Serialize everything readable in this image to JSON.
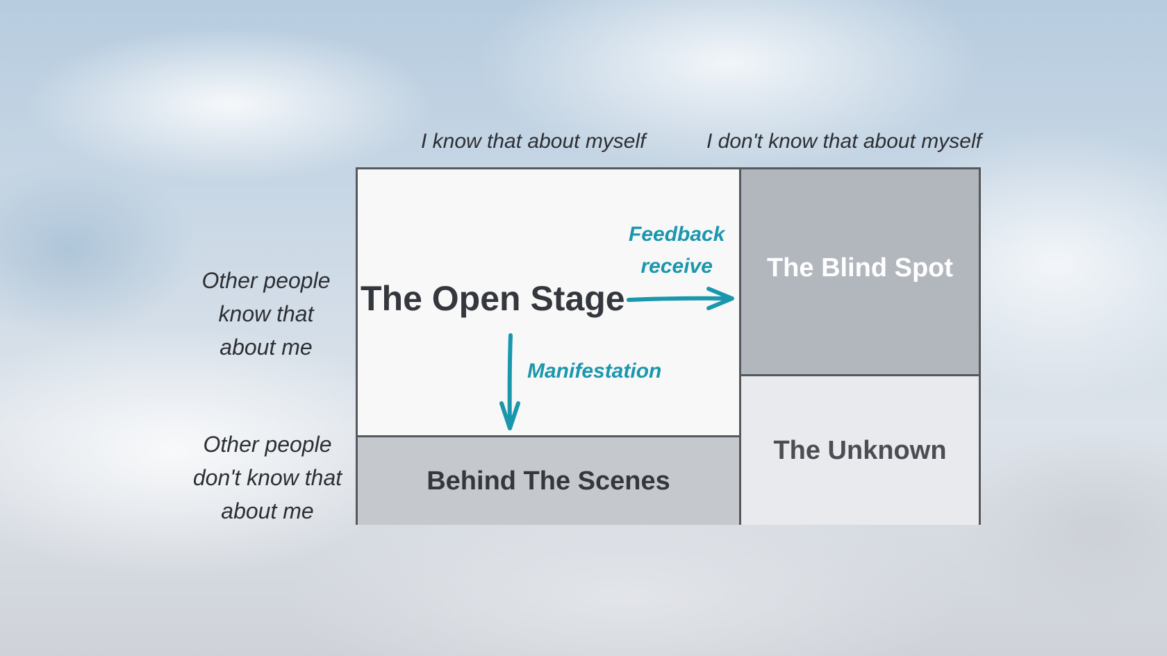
{
  "columns": {
    "known_to_self": "I know that about myself",
    "unknown_to_self": "I don't know that about myself"
  },
  "rows": {
    "known_to_others": [
      "Other people",
      "know that",
      "about me"
    ],
    "unknown_to_others": [
      "Other people",
      "don't know that",
      "about me"
    ]
  },
  "quadrants": {
    "open": "The Open Stage",
    "blind": "The Blind Spot",
    "hidden": "Behind The Scenes",
    "unknown": "The Unknown"
  },
  "flows": {
    "feedback": [
      "Feedback",
      "receive"
    ],
    "manifestation": "Manifestation"
  },
  "colors": {
    "accent": "#1a97ac",
    "border": "#55585c",
    "open_fill": "#f8f8f8",
    "blind_fill": "#b2b7bd",
    "hidden_fill": "#c5c8cd",
    "unknown_fill": "#e8eaed"
  }
}
